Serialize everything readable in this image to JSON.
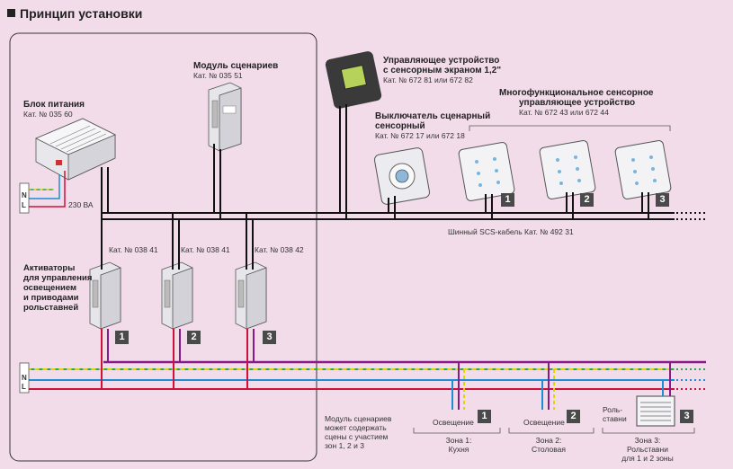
{
  "title": "Принцип установки",
  "power_block": {
    "title": "Блок питания",
    "cat": "Кат. № 035 60"
  },
  "scenario_module": {
    "title": "Модуль сценариев",
    "cat": "Кат. № 035 51"
  },
  "touch_controller": {
    "title_line1": "Управляющее устройство",
    "title_line2": "с сенсорным экраном 1,2\"",
    "cat": "Кат. № 672 81 или 672 82"
  },
  "scenario_switch": {
    "title_line1": "Выключатель сценарный",
    "title_line2": "сенсорный",
    "cat": "Кат. № 672 17 или 672 18"
  },
  "multi_controller": {
    "title_line1": "Многофункциональное сенсорное",
    "title_line2": "управляющее устройство",
    "cat": "Кат. № 672 43 или 672 44"
  },
  "voltage": "230 ВА",
  "bus_cable": "Шинный SCS-кабель Кат. № 492 31",
  "actuators": {
    "title_lines": [
      "Активаторы",
      "для управления",
      "освещением",
      "и приводами",
      "рольставней"
    ],
    "cats": [
      "Кат. № 038 41",
      "Кат. № 038 41",
      "Кат. № 038 42"
    ]
  },
  "badges": [
    "1",
    "2",
    "3"
  ],
  "line_letters": [
    "N",
    "L"
  ],
  "note_lines": [
    "Модуль сценариев",
    "может содержать",
    "сцены с участием",
    "зон 1, 2 и 3"
  ],
  "loads": {
    "lighting1": "Освещение",
    "lighting2": "Освещение",
    "shutter_line1": "Роль-",
    "shutter_line2": "ставни"
  },
  "zones": [
    {
      "line1": "Зона 1:",
      "line2": "Кухня"
    },
    {
      "line1": "Зона 2:",
      "line2": "Столовая"
    },
    {
      "line1": "Зона 3:",
      "line2": "Рольставни",
      "line3": "для 1 и 2 зоны"
    }
  ],
  "colors": {
    "live": "#d0103a",
    "neutral": "#1b8fd6",
    "earth_yellow": "#e2d400",
    "earth_green": "#2aa84a",
    "control": "#8a1a8a",
    "bus": "#111111"
  }
}
